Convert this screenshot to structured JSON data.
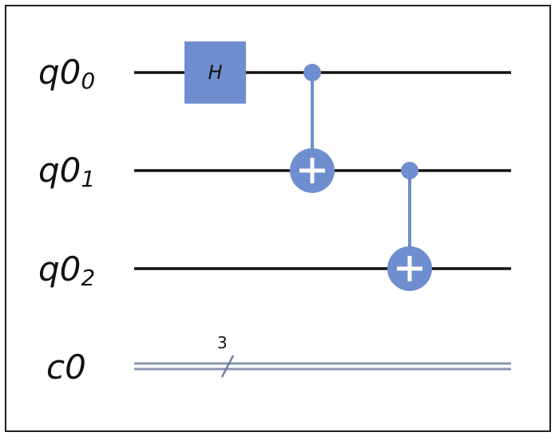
{
  "diagram": {
    "type": "quantum-circuit",
    "colors": {
      "gate": "#6f8ecf",
      "wire": "#111111",
      "classical": "#6f7f9f"
    },
    "wires": [
      {
        "name": "q0",
        "index": "0",
        "kind": "quantum"
      },
      {
        "name": "q0",
        "index": "1",
        "kind": "quantum"
      },
      {
        "name": "q0",
        "index": "2",
        "kind": "quantum"
      },
      {
        "name": "c0",
        "index": "",
        "kind": "classical",
        "bits": "3"
      }
    ],
    "gates": [
      {
        "type": "H",
        "label": "H",
        "target": 0,
        "column": 1
      },
      {
        "type": "CX",
        "control": 0,
        "target": 1,
        "column": 2
      },
      {
        "type": "CX",
        "control": 1,
        "target": 2,
        "column": 3
      }
    ]
  }
}
